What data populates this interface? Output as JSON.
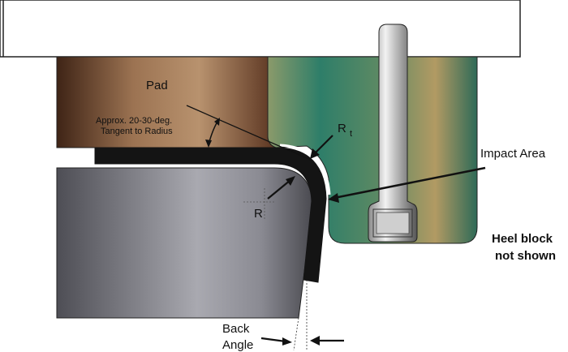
{
  "labels": {
    "pad": "Pad",
    "angle_note_1": "Approx. 20-30-deg.",
    "angle_note_2": "Tangent to Radius",
    "rt_main": "R",
    "rt_sub": "t",
    "r": "R",
    "impact": "Impact Area",
    "heel_1": "Heel block",
    "heel_2": "not shown",
    "back_1": "Back",
    "back_2": "Angle"
  },
  "colors": {
    "pad_dark": "#4a2a18",
    "pad_light": "#b48c6a",
    "block_dark": "#1f6f5c",
    "block_light": "#b39a62",
    "bolt_light": "#e9e9e9",
    "bolt_dark": "#6d6d6d",
    "workpiece_dark": "#4b4b52",
    "workpiece_light": "#a6a6ad",
    "sheet": "#141414"
  },
  "icons": {
    "rt_pointer": "arrow-icon",
    "r_pointer": "arrow-icon",
    "impact_pointer": "arrow-icon",
    "back_angle_left": "arrow-icon",
    "back_angle_right": "arrow-icon",
    "angle_marker": "double-arrow-arc-icon"
  }
}
